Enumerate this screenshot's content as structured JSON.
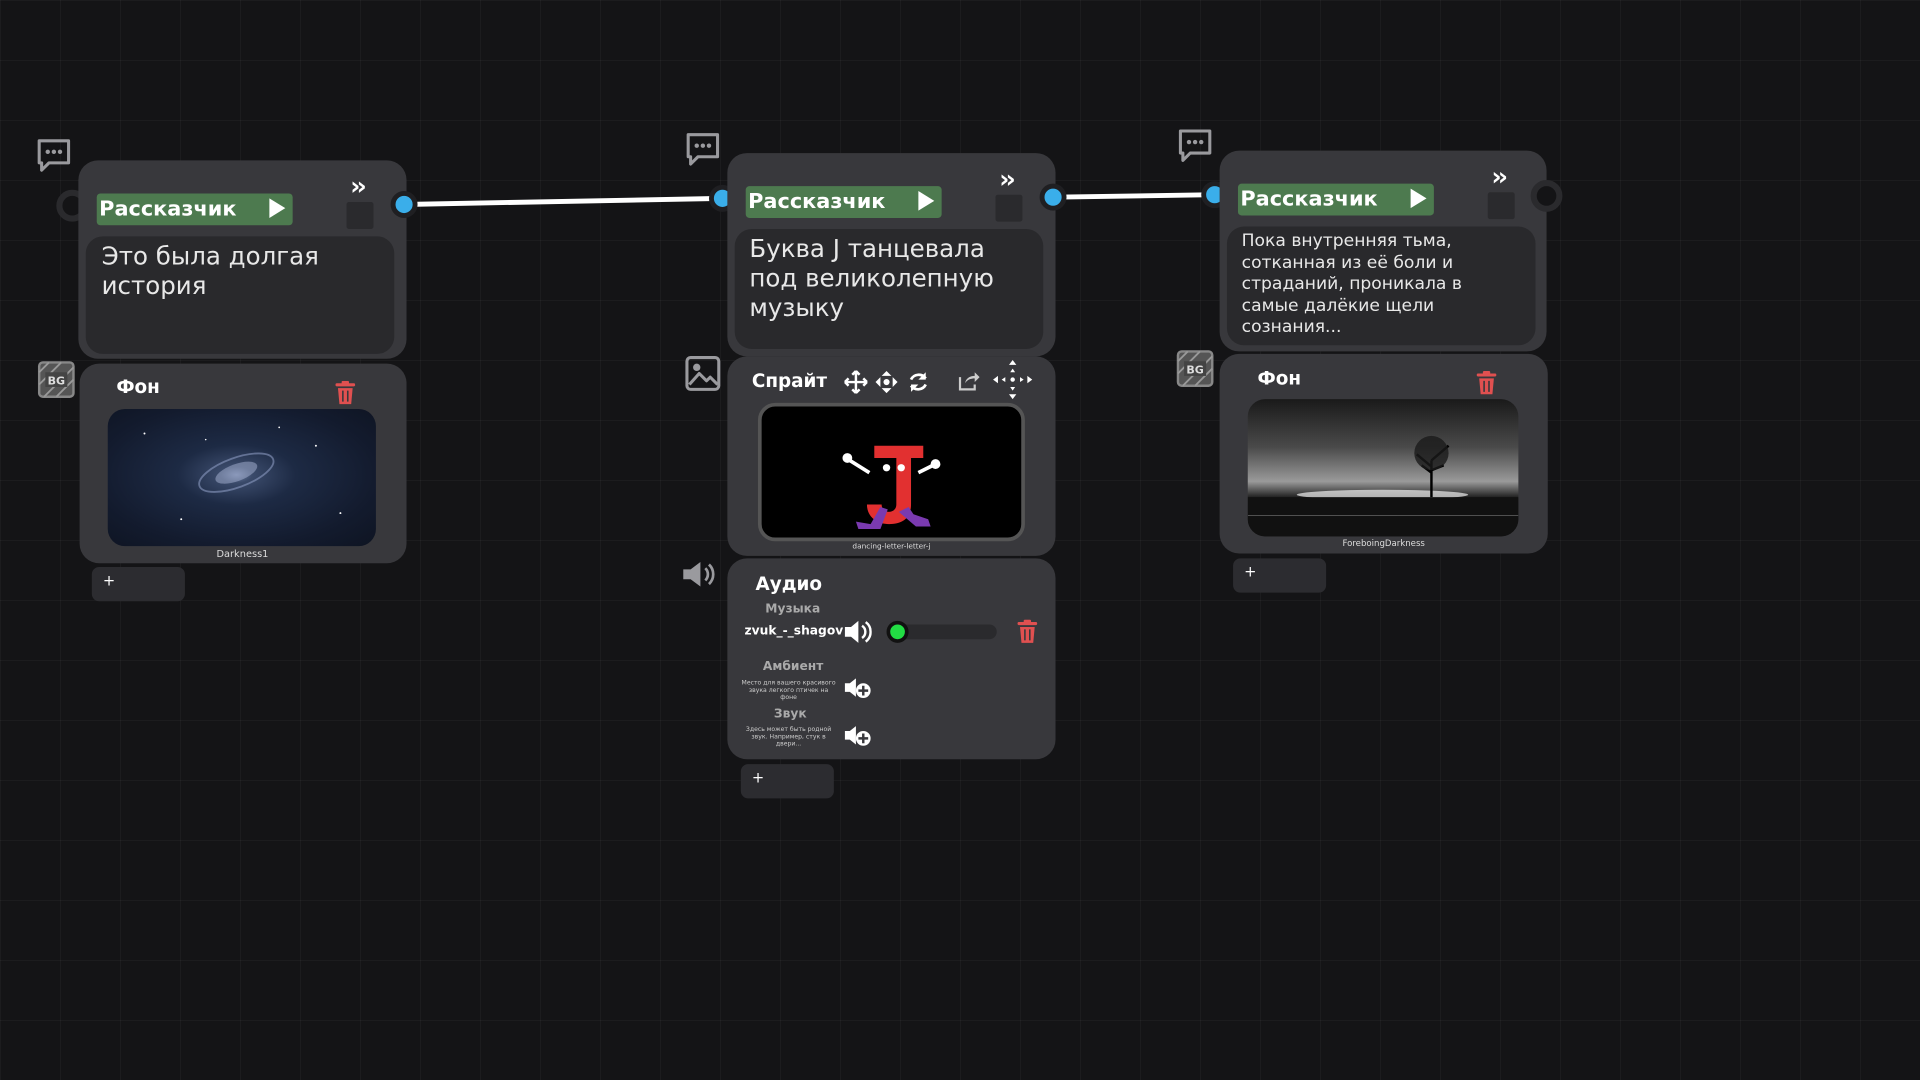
{
  "nodes": [
    {
      "speaker": "Рассказчик",
      "text": "Это была долгая история",
      "section_title": "Фон",
      "image_caption": "Darkness1",
      "add_label": "+"
    },
    {
      "speaker": "Рассказчик",
      "text": "Буква J танцевала под великолепную музыку",
      "section_title": "Спрайт",
      "image_caption": "dancing-letter-letter-j",
      "audio": {
        "title": "Аудио",
        "music_label": "Музыка",
        "music_track": "zvuk_-_shagov",
        "ambient_label": "Амбиент",
        "ambient_hint": "Место для вашего красивого звука легкого птичек на фоне",
        "sound_label": "Звук",
        "sound_hint": "Здесь может быть родной звук. Например, стук в двери...",
        "volume": 0.0
      },
      "add_label": "+"
    },
    {
      "speaker": "Рассказчик",
      "text": "Пока внутренняя тьма, сотканная из её боли и страданий, проникала в самые далёкие щели сознания...",
      "section_title": "Фон",
      "image_caption": "ForeboingDarkness",
      "add_label": "+"
    }
  ],
  "colors": {
    "speaker_bar": "#4d7a4f",
    "port": "#3aaeea",
    "trash": "#e05050",
    "volume_knob": "#22dd44"
  },
  "icons": [
    "chat-icon",
    "bg-icon",
    "image-icon",
    "speaker-icon",
    "move-icon",
    "rotate-icon",
    "share-icon",
    "trash-icon",
    "add-sound-icon",
    "double-chevron-icon"
  ]
}
